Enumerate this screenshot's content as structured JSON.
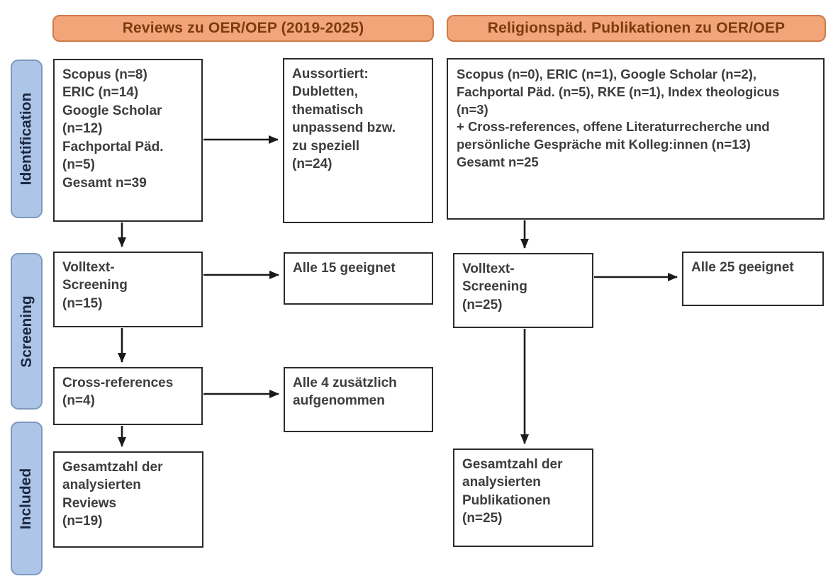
{
  "stages": {
    "identification": "Identification",
    "screening": "Screening",
    "included": "Included"
  },
  "columns": {
    "left": {
      "header": "Reviews zu OER/OEP (2019-2025)",
      "boxes": {
        "sources": "Scopus (n=8)\nERIC (n=14)\nGoogle Scholar\n(n=12)\nFachportal Päd.\n(n=5)\nGesamt n=39",
        "excluded": "Aussortiert:\nDubletten,\nthematisch\nunpassend bzw.\nzu speziell\n(n=24)",
        "fulltext_screening": "Volltext-\nScreening\n(n=15)",
        "fulltext_result": "Alle 15 geeignet",
        "cross_references": "Cross-references\n(n=4)",
        "cross_references_result": "Alle 4 zusätzlich\naufgenommen",
        "included_total": "Gesamtzahl der\nanalysierten\nReviews\n(n=19)"
      }
    },
    "right": {
      "header": "Religionspäd. Publikationen zu OER/OEP",
      "boxes": {
        "sources": "Scopus (n=0), ERIC (n=1), Google Scholar (n=2), Fachportal Päd. (n=5), RKE (n=1), Index theologicus (n=3)\n+ Cross-references, offene Literaturrecherche und persönliche Gespräche mit Kolleg:innen (n=13)\nGesamt n=25",
        "fulltext_screening": "Volltext-\nScreening\n(n=25)",
        "fulltext_result": "Alle 25 geeignet",
        "included_total": "Gesamtzahl der\nanalysierten\nPublikationen\n(n=25)"
      }
    }
  },
  "colors": {
    "header_fill": "#F1A579",
    "header_border": "#CE7C48",
    "header_text": "#7C3A10",
    "stage_fill": "#ADC6E7",
    "stage_border": "#7E99BE",
    "stage_text": "#1C2740",
    "box_border": "#2B2B2B",
    "box_text": "#3D3D3D",
    "arrow": "#1A1A1A",
    "background": "#FFFFFF"
  }
}
